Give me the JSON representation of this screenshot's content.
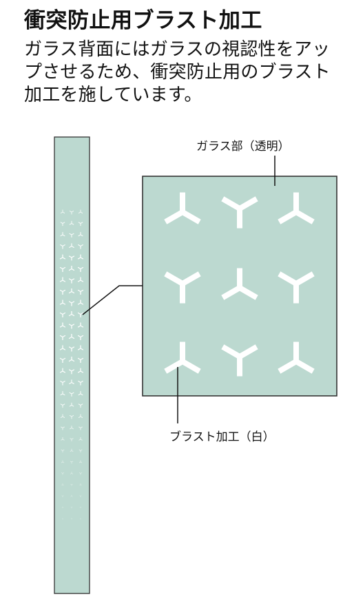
{
  "heading": {
    "title": "衝突防止用ブラスト加工"
  },
  "description": {
    "lines": [
      "ガラス背面にはガラスの視認性をアッ",
      "プさせるため、衝突防止用のブラスト",
      "加工を施しています。"
    ]
  },
  "diagram": {
    "label_glass": "ガラス部（透明）",
    "label_blast": "ブラスト加工（白）"
  },
  "colors": {
    "glass": "#bcd9d0",
    "blast": "#ffffff",
    "outline": "#333333"
  }
}
